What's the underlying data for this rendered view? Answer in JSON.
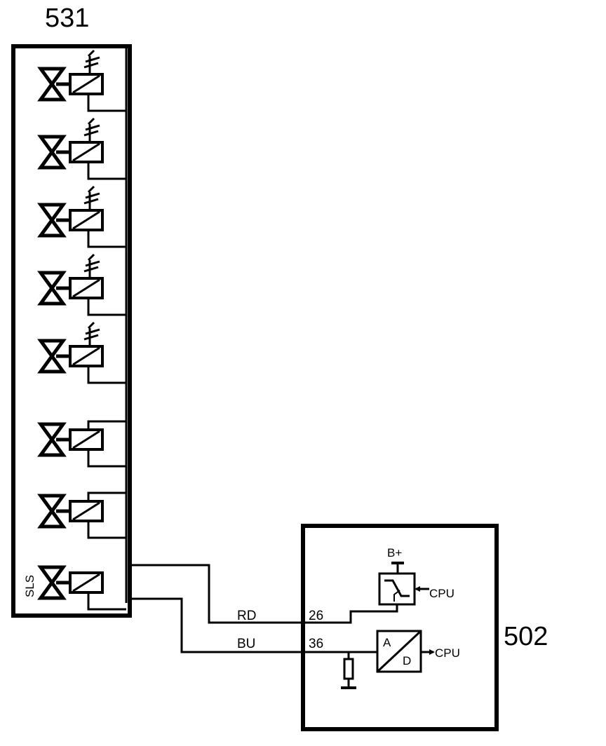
{
  "diagram": {
    "block_531_label": "531",
    "block_502_label": "502",
    "valve_count": 8,
    "valve_with_antenna_count": 5,
    "sls_label": "SLS",
    "wire_rd_label": "RD",
    "wire_bu_label": "BU",
    "pin_26_label": "26",
    "pin_36_label": "36",
    "bplus_label": "B+",
    "cpu_label_switch": "CPU",
    "cpu_label_adc": "CPU",
    "adc_a_label": "A",
    "adc_d_label": "D"
  },
  "colors": {
    "line": "#000000",
    "background": "#ffffff"
  }
}
